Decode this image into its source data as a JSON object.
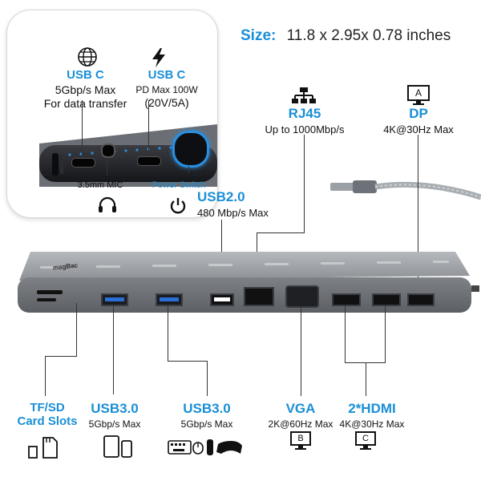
{
  "size": {
    "label": "Size:",
    "value": "11.8 x 2.95x 0.78 inches"
  },
  "inset": {
    "usbc_data": {
      "title": "USB C",
      "line1": "5Gbp/s Max",
      "line2": "For data transfer"
    },
    "usbc_pd": {
      "title": "USB C",
      "line1": "PD Max 100W",
      "line2": "(20V/5A)"
    },
    "mic": {
      "label": "3.5mm MIC"
    },
    "power": {
      "label": "Power Switch"
    }
  },
  "ports": {
    "rj45": {
      "title": "RJ45",
      "desc": "Up to 1000Mbp/s"
    },
    "dp": {
      "title": "DP",
      "desc": "4K@30Hz Max",
      "badge": "A"
    },
    "usb2": {
      "title": "USB2.0",
      "desc": "480 Mbp/s Max"
    },
    "tfsd": {
      "title1": "TF/SD",
      "title2": "Card Slots"
    },
    "usb3a": {
      "title": "USB3.0",
      "desc": "5Gbp/s Max"
    },
    "usb3b": {
      "title": "USB3.0",
      "desc": "5Gbp/s Max"
    },
    "vga": {
      "title": "VGA",
      "desc": "2K@60Hz Max",
      "badge": "B"
    },
    "hdmi": {
      "title": "2*HDMI",
      "desc": "4K@30Hz Max",
      "badge": "C"
    }
  },
  "device": {
    "brand": "magBac"
  },
  "colors": {
    "accent": "#1a8fd6",
    "body": "#8a8d92",
    "inset_bg": "#1e1f23"
  }
}
